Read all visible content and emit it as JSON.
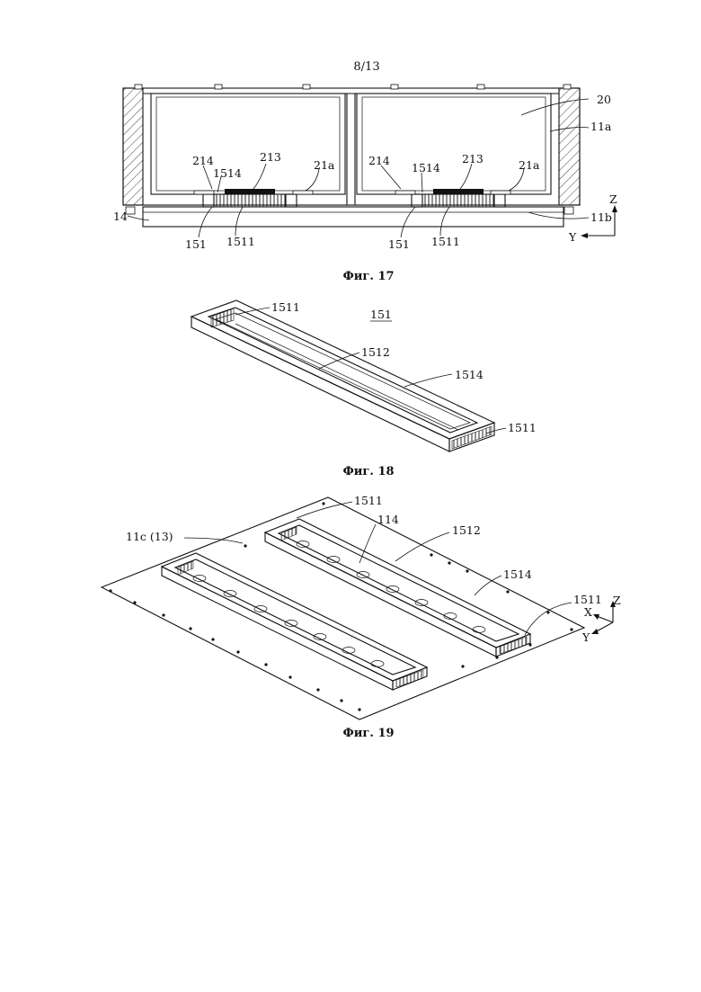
{
  "page": {
    "number": "8/13"
  },
  "figures": [
    {
      "id": "fig17",
      "caption": "Фиг. 17",
      "labels": [
        "20",
        "11a",
        "214",
        "1514",
        "213",
        "21a",
        "214",
        "1514",
        "213",
        "21a",
        "14",
        "11b",
        "151",
        "1511",
        "151",
        "1511"
      ],
      "axes": [
        "Z",
        "Y"
      ]
    },
    {
      "id": "fig18",
      "caption": "Фиг. 18",
      "title_ref": "151",
      "labels": [
        "1511",
        "1512",
        "1514",
        "1511"
      ]
    },
    {
      "id": "fig19",
      "caption": "Фиг. 19",
      "labels": [
        "1511",
        "114",
        "1512",
        "11c (13)",
        "1514",
        "1511"
      ],
      "axes": [
        "Z",
        "X",
        "Y"
      ]
    }
  ],
  "colors": {
    "ink": "#111111",
    "paper": "#ffffff"
  }
}
